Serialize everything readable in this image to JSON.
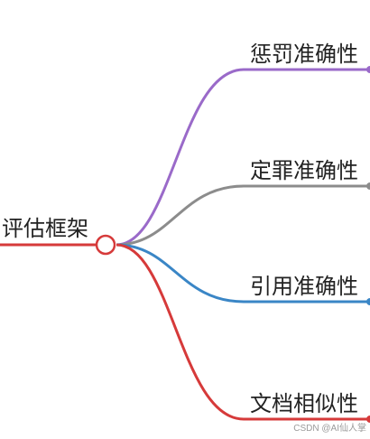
{
  "mindmap": {
    "root": {
      "label": "评估框架",
      "color": "#d63a3a"
    },
    "branches": [
      {
        "label": "惩罚准确性",
        "color": "#9a6ac9"
      },
      {
        "label": "定罪准确性",
        "color": "#8c8c8c"
      },
      {
        "label": "引用准确性",
        "color": "#3a86c6"
      },
      {
        "label": "文档相似性",
        "color": "#d63a3a"
      }
    ]
  },
  "watermark": "CSDN @AI仙人掌"
}
